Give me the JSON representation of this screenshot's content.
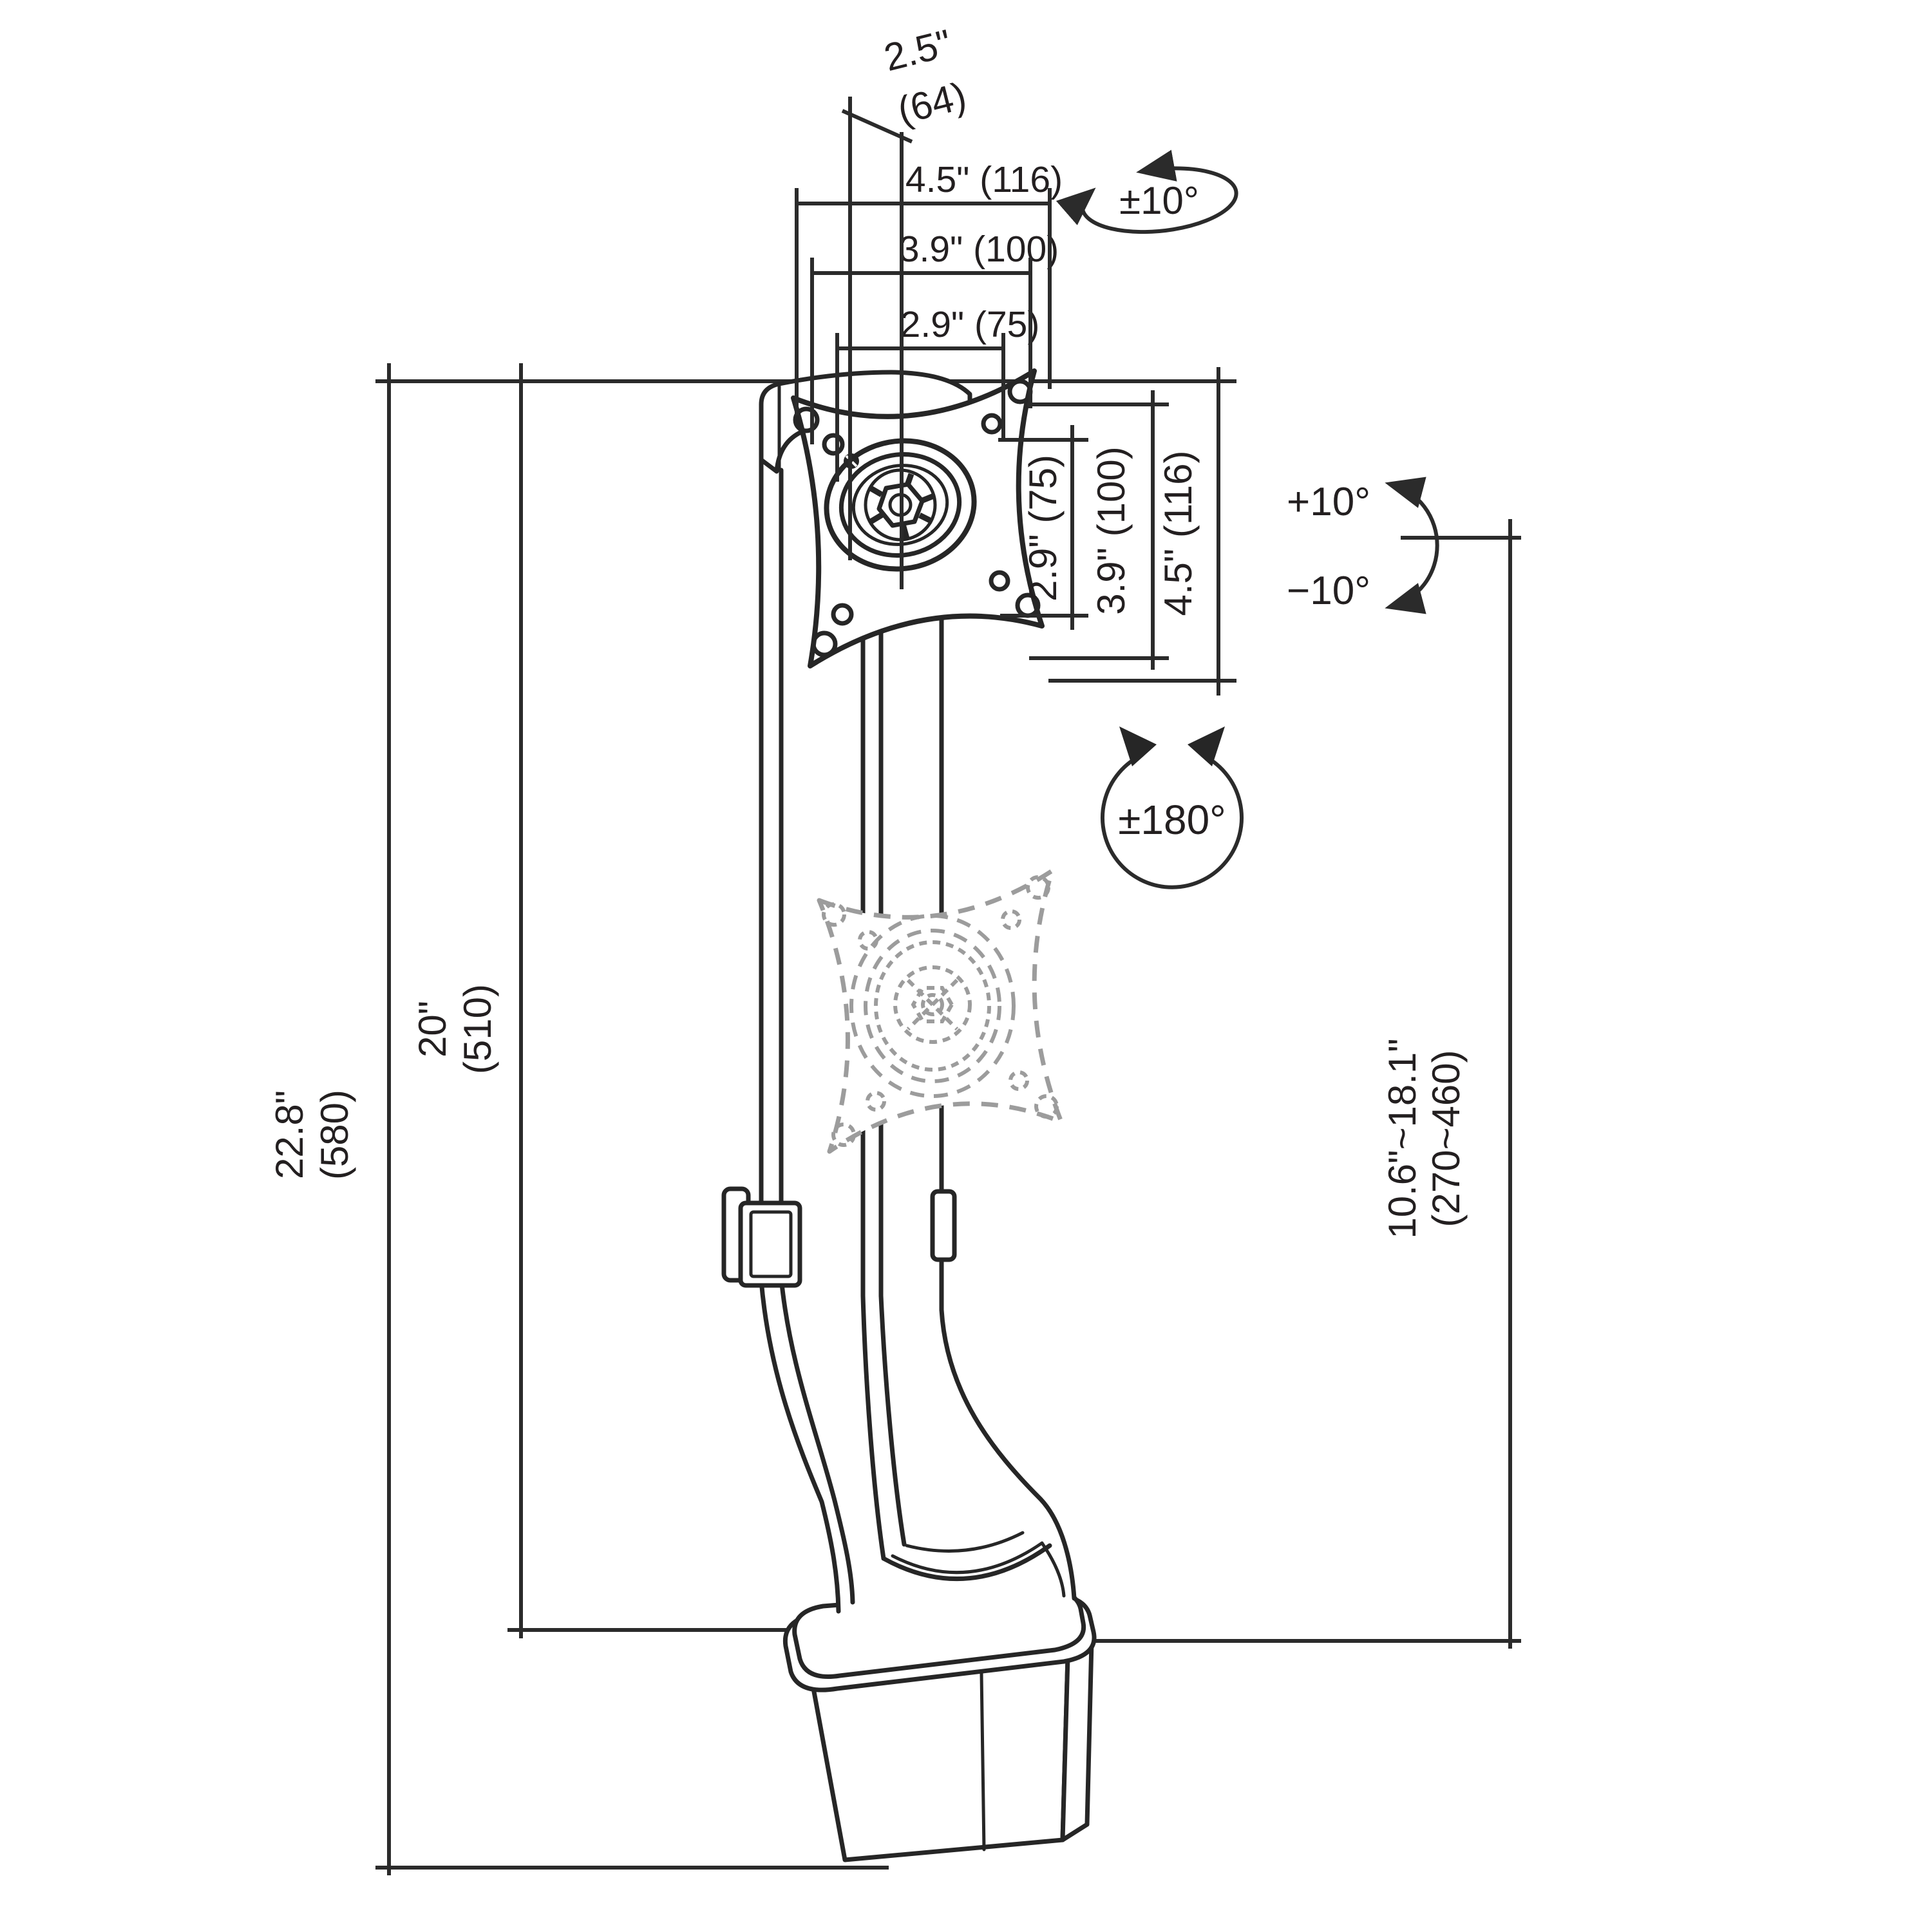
{
  "diagram": {
    "description": "Dimensional line drawing of a single-monitor desk mount with VESA quick-release plate, height-adjustable arm and desk base",
    "colors": {
      "line": "#2b2b2b",
      "ghost_plate": "#9c9c9c",
      "background": "#ffffff"
    },
    "dims": {
      "depth_in": "2.5\"",
      "depth_mm": "(64)",
      "width_outer": "4.5\" (116)",
      "width_vesa100": "3.9\" (100)",
      "width_vesa75": "2.9\" (75)",
      "height_vesa75": "2.9\" (75)",
      "height_vesa100": "3.9\" (100)",
      "height_outer": "4.5\" (116)",
      "total_height_in": "22.8\"",
      "total_height_mm": "(580)",
      "pole_height_in": "20\"",
      "pole_height_mm": "(510)",
      "adjust_range_in": "10.6\"~18.1\"",
      "adjust_range_mm": "(270~460)"
    },
    "angles": {
      "swivel": "±10°",
      "tilt_up": "+10°",
      "tilt_down": "−10°",
      "rotation": "±180°"
    }
  }
}
